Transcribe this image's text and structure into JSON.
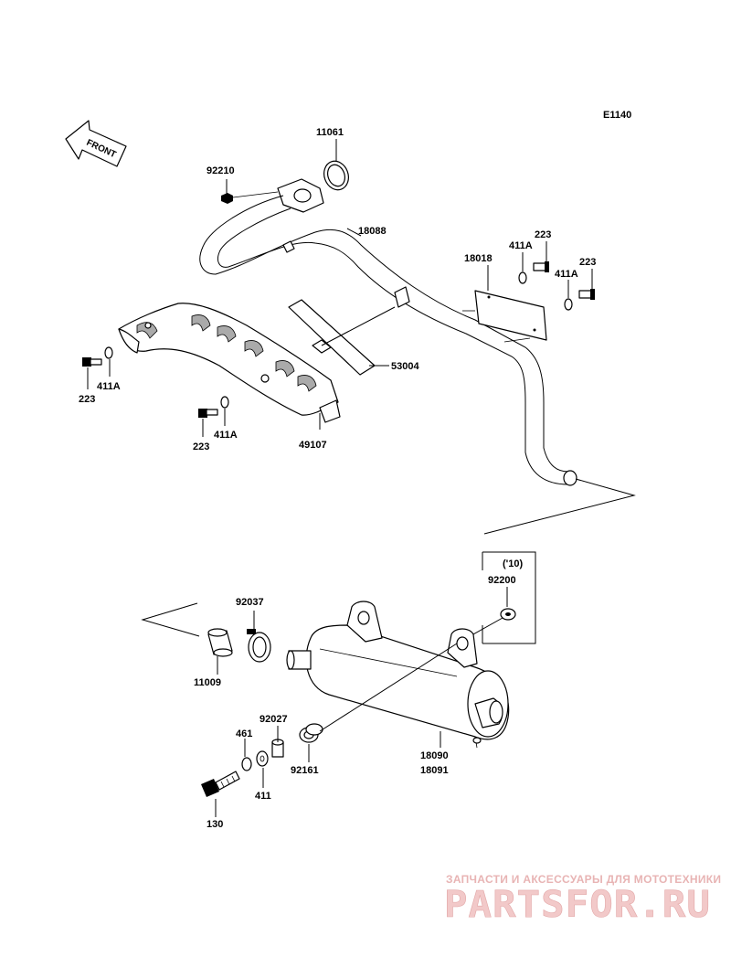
{
  "diagram_code": "E1140",
  "front_label": "FRONT",
  "version_note": "('10)",
  "labels": {
    "p11061": "11061",
    "p92210": "92210",
    "p18088": "18088",
    "p18018": "18018",
    "p411A_a": "411A",
    "p223_a": "223",
    "p411A_b": "411A",
    "p223_b": "223",
    "p53004": "53004",
    "p223_c": "223",
    "p411A_c": "411A",
    "p223_d": "223",
    "p411A_d": "411A",
    "p49107": "49107",
    "p92200": "92200",
    "p92037": "92037",
    "p11009": "11009",
    "p92027": "92027",
    "p461": "461",
    "p18090": "18090",
    "p18091": "18091",
    "p92161": "92161",
    "p411": "411",
    "p130": "130"
  },
  "watermark": {
    "tagline": "ЗАПЧАСТИ И АКСЕССУАРЫ ДЛЯ МОТОТЕХНИКИ",
    "logo": "PARTSFOR.RU"
  }
}
